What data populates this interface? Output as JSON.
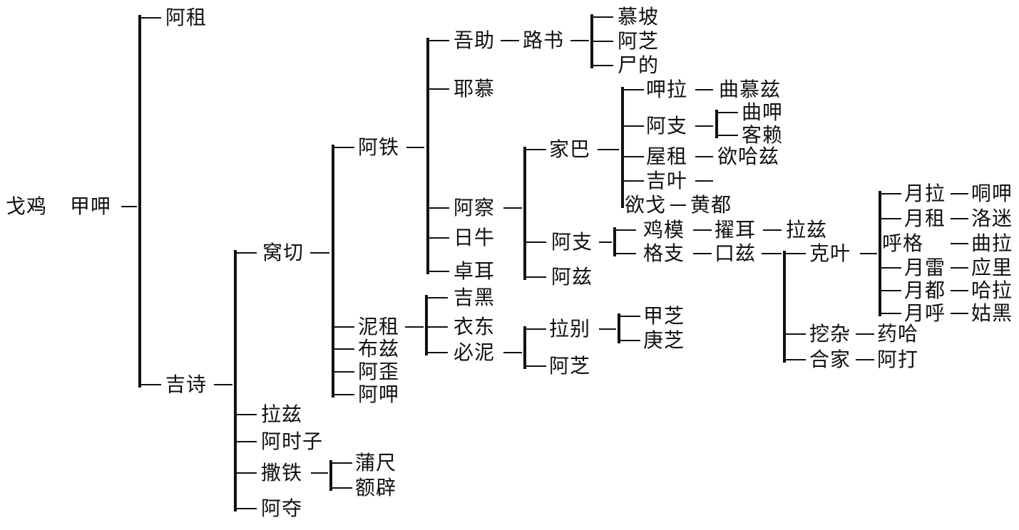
{
  "title": "",
  "tree": {
    "name": "戈鸡",
    "children": [
      {
        "name": "甲呷",
        "children": [
          {
            "name": "阿租"
          },
          {
            "name": "吉诗",
            "children": [
              {
                "name": "窝切",
                "children": [
                  {
                    "name": "阿铁",
                    "children": [
                      {
                        "name": "吾助",
                        "children": [
                          {
                            "name": "路书",
                            "children": [
                              {
                                "name": "慕坡"
                              },
                              {
                                "name": "阿芝"
                              },
                              {
                                "name": "尸的"
                              }
                            ]
                          }
                        ]
                      },
                      {
                        "name": "耶慕"
                      },
                      {
                        "name": "阿察",
                        "children": [
                          {
                            "name": "家巴",
                            "children": [
                              {
                                "name": "呷拉",
                                "children": [
                                  {
                                    "name": "曲慕兹"
                                  }
                                ]
                              },
                              {
                                "name": "阿支",
                                "children": [
                                  {
                                    "name": "曲呷"
                                  },
                                  {
                                    "name": "客赖"
                                  }
                                ]
                              },
                              {
                                "name": "屋租",
                                "children": [
                                  {
                                    "name": "欲哈兹"
                                  }
                                ]
                              },
                              {
                                "name": "吉叶"
                              },
                              {
                                "name": "欲戈",
                                "children": [
                                  {
                                    "name": "黄都"
                                  }
                                ]
                              }
                            ]
                          },
                          {
                            "name": "阿支",
                            "children": [
                              {
                                "name": "鸡模",
                                "children": [
                                  {
                                    "name": "擢耳",
                                    "children": [
                                      {
                                        "name": "拉兹"
                                      }
                                    ]
                                  }
                                ]
                              },
                              {
                                "name": "格支",
                                "children": [
                                  {
                                    "name": "口兹",
                                    "children": [
                                      {
                                        "name": "克叶",
                                        "children": [
                                          {
                                            "name": "月拉",
                                            "children": [
                                              {
                                                "name": "哃呷"
                                              }
                                            ]
                                          },
                                          {
                                            "name": "月租",
                                            "children": [
                                              {
                                                "name": "洛迷"
                                              }
                                            ]
                                          },
                                          {
                                            "name": "呼格",
                                            "children": [
                                              {
                                                "name": "曲拉"
                                              }
                                            ]
                                          },
                                          {
                                            "name": "月雷",
                                            "children": [
                                              {
                                                "name": "应里"
                                              }
                                            ]
                                          },
                                          {
                                            "name": "月都",
                                            "children": [
                                              {
                                                "name": "哈拉"
                                              }
                                            ]
                                          },
                                          {
                                            "name": "月呼",
                                            "children": [
                                              {
                                                "name": "姑黑"
                                              }
                                            ]
                                          }
                                        ]
                                      },
                                      {
                                        "name": "挖杂",
                                        "children": [
                                          {
                                            "name": "药哈"
                                          }
                                        ]
                                      },
                                      {
                                        "name": "合家",
                                        "children": [
                                          {
                                            "name": "阿打"
                                          }
                                        ]
                                      }
                                    ]
                                  }
                                ]
                              }
                            ]
                          },
                          {
                            "name": "阿兹"
                          }
                        ]
                      },
                      {
                        "name": "日牛"
                      },
                      {
                        "name": "卓耳"
                      }
                    ]
                  },
                  {
                    "name": "泥租",
                    "children": [
                      {
                        "name": "吉黑"
                      },
                      {
                        "name": "衣东"
                      },
                      {
                        "name": "必泥",
                        "children": [
                          {
                            "name": "拉别",
                            "children": [
                              {
                                "name": "甲芝"
                              },
                              {
                                "name": "庚芝"
                              }
                            ]
                          },
                          {
                            "name": "阿芝"
                          }
                        ]
                      }
                    ]
                  },
                  {
                    "name": "布兹"
                  },
                  {
                    "name": "阿歪"
                  },
                  {
                    "name": "阿呷"
                  }
                ]
              },
              {
                "name": "拉兹"
              },
              {
                "name": "阿时子"
              },
              {
                "name": "撒铁",
                "children": [
                  {
                    "name": "蒲尺"
                  },
                  {
                    "name": "额辟"
                  }
                ]
              },
              {
                "name": "阿夺"
              }
            ]
          }
        ]
      }
    ]
  }
}
